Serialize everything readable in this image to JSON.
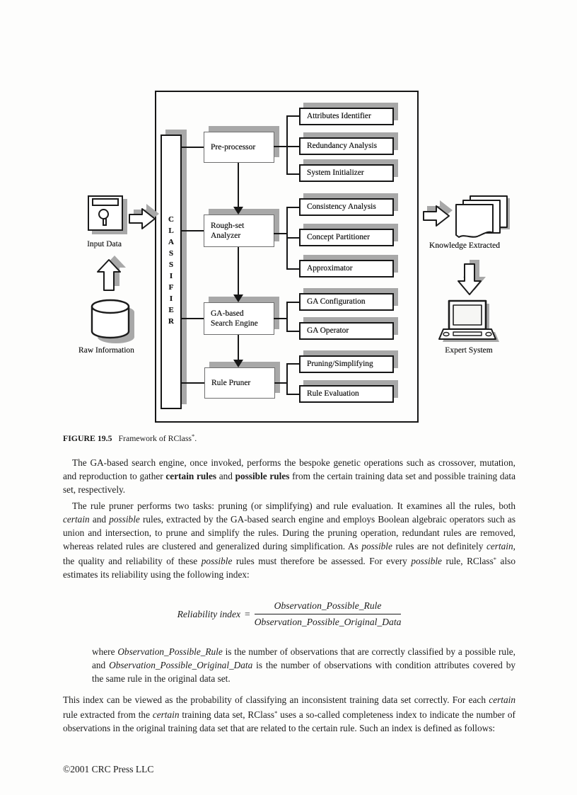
{
  "diagram": {
    "classifier_label": "CLASSIFIER",
    "main_boxes": [
      {
        "line1": "Pre-processor"
      },
      {
        "line1": "Rough-set",
        "line2": "Analyzer"
      },
      {
        "line1": "GA-based",
        "line2": "Search Engine"
      },
      {
        "line1": "Rule Pruner"
      }
    ],
    "sub_boxes": [
      "Attributes Identifier",
      "Redundancy Analysis",
      "System Initializer",
      "Consistency Analysis",
      "Concept Partitioner",
      "Approximator",
      "GA Configuration",
      "GA Operator",
      "Pruning/Simplifying",
      "Rule Evaluation"
    ],
    "left": {
      "input_label": "Input Data",
      "raw_label": "Raw Information"
    },
    "right": {
      "knowledge_label": "Knowledge Extracted",
      "expert_label": "Expert System"
    },
    "icons": [
      "floppy-disk-icon",
      "right-block-arrow-icon",
      "up-block-arrow-icon",
      "database-cylinder-icon",
      "documents-stack-icon",
      "down-block-arrow-icon",
      "laptop-icon"
    ],
    "colors": {
      "shadow": "#a8a8a8",
      "line": "#161616",
      "paper": "#fdfdfc"
    }
  },
  "caption": {
    "label": "FIGURE 19.5",
    "text": "Framework of RClass",
    "sup": "*",
    "period": "."
  },
  "body": {
    "p1": {
      "s0": "The GA-based search engine, once invoked, performs the bespoke genetic operations such as crossover, mutation, and reproduction to gather ",
      "s1": "certain rules",
      "s2": " and ",
      "s3": "possible rules",
      "s4": " from the certain training data set and possible training data set, respectively."
    },
    "p2": {
      "s0": "The rule pruner performs two tasks: pruning (or simplifying) and rule evaluation. It examines all the rules, both ",
      "s1": "certain",
      "s2": " and ",
      "s3": "possible",
      "s4": " rules, extracted by the GA-based search engine and employs Boolean algebraic operators such as union and intersection, to prune and simplify the rules. During the pruning operation, redundant rules are removed, whereas related rules are clustered and generalized during simplification. As ",
      "s5": "possible",
      "s6": " rules are not definitely ",
      "s7": "certain",
      "s8": ", the quality and reliability of these ",
      "s9": "possible",
      "s10": " rules must therefore be assessed. For every ",
      "s11": "possible",
      "s12": " rule, RClass",
      "s13": "*",
      "s14": " also estimates its reliability using the following index:"
    },
    "formula": {
      "lhs": "Reliability index",
      "eq": "=",
      "numerator": "Observation_Possible_Rule",
      "denominator": "Observation_Possible_Original_Data"
    },
    "note": {
      "s0": "where ",
      "s1": "Observation_Possible_Rule",
      "s2": " is the number of observations that are correctly classified by a possible rule, and ",
      "s3": "Observation_Possible_Original_Data",
      "s4": " is the number of observations with condition attributes covered by the same rule in the original data set."
    },
    "p4": {
      "s0": "This index can be viewed as the probability of classifying an inconsistent training data set correctly. For each ",
      "s1": "certain",
      "s2": " rule extracted from the ",
      "s3": "certain",
      "s4": " training data set, RClass",
      "s5": "*",
      "s6": " uses a so-called completeness index to indicate the number of observations in the original training data set that are related to the certain rule. Such an index is defined as follows:"
    }
  },
  "footer": {
    "copyright": "©2001 CRC Press LLC"
  }
}
